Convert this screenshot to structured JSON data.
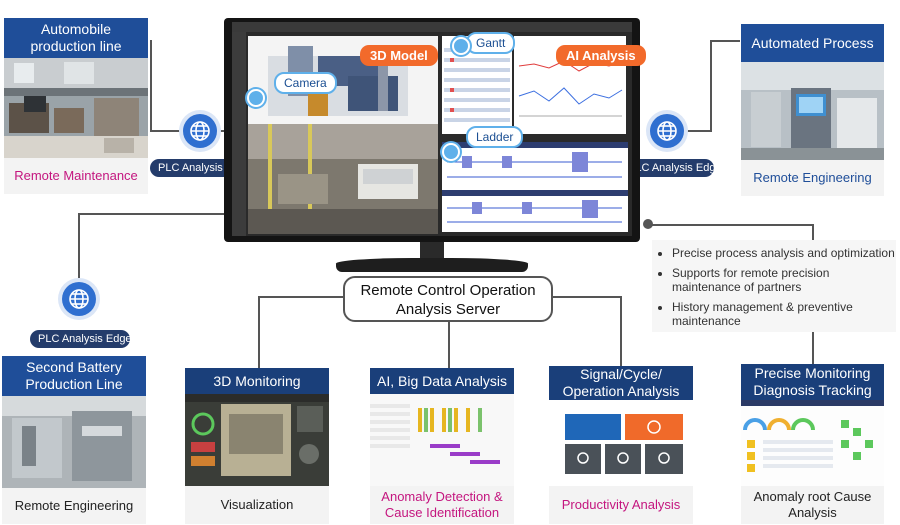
{
  "colors": {
    "navy": "#1f4e99",
    "pink": "#c4167f",
    "orange": "#f26a2b",
    "pill": "#243c6b"
  },
  "top_left": {
    "title": "Automobile production line",
    "caption": "Remote Maintenance"
  },
  "top_right": {
    "title": "Automated Process",
    "caption": "Remote Engineering"
  },
  "left_bottom": {
    "title": "Second Battery Production Line",
    "caption": "Remote Engineering"
  },
  "plc_labels": [
    "PLC Analysis Edge",
    "PLC Analysis Edge",
    "PLC Analysis Edge"
  ],
  "monitor": {
    "tags": {
      "model": "3D Model",
      "gantt": "Gantt",
      "ai": "AI Analysis",
      "camera": "Camera",
      "ladder": "Ladder"
    }
  },
  "bullets": [
    "Precise process analysis and optimization",
    "Supports for remote precision maintenance of partners",
    "History management & preventive maintenance"
  ],
  "server": {
    "line1": "Remote Control Operation",
    "line2": "Analysis Server"
  },
  "modules": [
    {
      "title": "3D Monitoring",
      "caption": "Visualization",
      "caption_color": "dark"
    },
    {
      "title": "AI, Big Data Analysis",
      "caption": "Anomaly Detection & Cause Identification",
      "caption_color": "pink"
    },
    {
      "title": "Signal/Cycle/ Operation Analysis",
      "caption": "Productivity Analysis",
      "caption_color": "pink"
    },
    {
      "title": "Precise Monitoring Diagnosis Tracking",
      "caption": "Anomaly root Cause Analysis",
      "caption_color": "dark"
    }
  ]
}
